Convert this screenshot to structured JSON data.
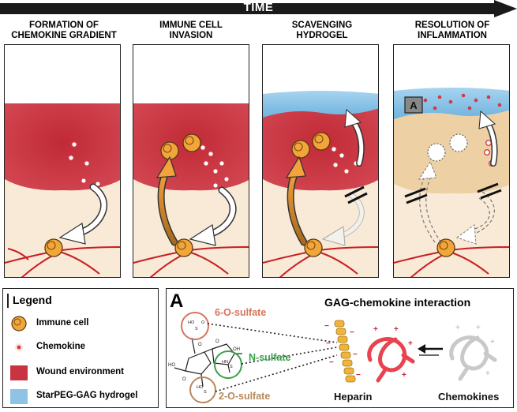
{
  "timeline": {
    "label": "TIME"
  },
  "panels": [
    {
      "title_line1": "FORMATION OF",
      "title_line2": "CHEMOKINE GRADIENT"
    },
    {
      "title_line1": "IMMUNE CELL",
      "title_line2": "INVASION"
    },
    {
      "title_line1": "SCAVENGING",
      "title_line2": "HYDROGEL"
    },
    {
      "title_line1": "RESOLUTION OF",
      "title_line2": "INFLAMMATION"
    }
  ],
  "panel4_marker": "A",
  "legend": {
    "title": "Legend",
    "items": [
      {
        "label": "Immune cell",
        "icon": "immune-cell-icon"
      },
      {
        "label": "Chemokine",
        "icon": "chemokine-icon"
      },
      {
        "label": "Wound environment",
        "icon": "wound-swatch",
        "color": "#c8343f"
      },
      {
        "label": "StarPEG-GAG hydrogel",
        "icon": "hydrogel-swatch",
        "color": "#8fc3e6"
      }
    ]
  },
  "gag": {
    "letter": "A",
    "title": "GAG-chemokine interaction",
    "six_o": "6-O-sulfate",
    "n_sulfate": "N-sulfate",
    "two_o": "2-O-sulfate",
    "heparin": "Heparin",
    "chemokines": "Chemokines",
    "colors": {
      "six_o": "#d9735a",
      "n_sulfate": "#3aa04a",
      "two_o": "#b8885a",
      "chemokine": "#e8434f",
      "heparin": "#f0b43a"
    }
  }
}
